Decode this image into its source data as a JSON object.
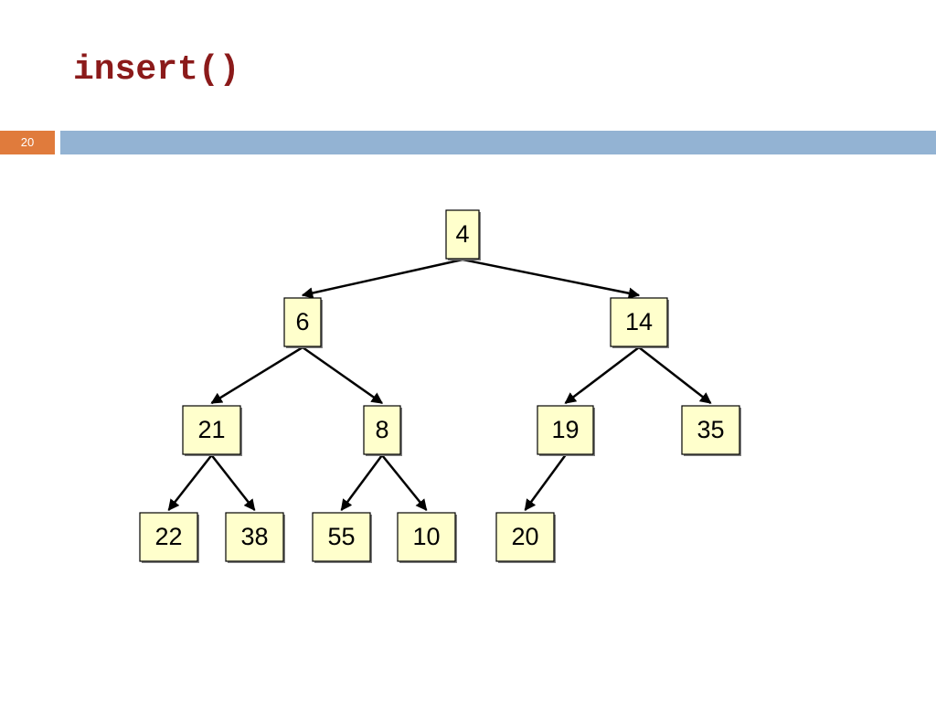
{
  "slide": {
    "title": "insert()",
    "number": "20"
  },
  "colors": {
    "title": "#8b1a1a",
    "slide_number_bg": "#e07b3c",
    "header_bar": "#93b3d3",
    "node_fill": "#ffffcc"
  },
  "tree": {
    "nodes": [
      {
        "id": "n4",
        "label": "4"
      },
      {
        "id": "n6",
        "label": "6"
      },
      {
        "id": "n14",
        "label": "14"
      },
      {
        "id": "n21",
        "label": "21"
      },
      {
        "id": "n8",
        "label": "8"
      },
      {
        "id": "n19",
        "label": "19"
      },
      {
        "id": "n35",
        "label": "35"
      },
      {
        "id": "n22",
        "label": "22"
      },
      {
        "id": "n38",
        "label": "38"
      },
      {
        "id": "n55",
        "label": "55"
      },
      {
        "id": "n10",
        "label": "10"
      },
      {
        "id": "n20",
        "label": "20"
      }
    ],
    "edges": [
      {
        "from": "n4",
        "to": "n6"
      },
      {
        "from": "n4",
        "to": "n14"
      },
      {
        "from": "n6",
        "to": "n21"
      },
      {
        "from": "n6",
        "to": "n8"
      },
      {
        "from": "n14",
        "to": "n19"
      },
      {
        "from": "n14",
        "to": "n35"
      },
      {
        "from": "n21",
        "to": "n22"
      },
      {
        "from": "n21",
        "to": "n38"
      },
      {
        "from": "n8",
        "to": "n55"
      },
      {
        "from": "n8",
        "to": "n10"
      },
      {
        "from": "n19",
        "to": "n20"
      }
    ]
  }
}
